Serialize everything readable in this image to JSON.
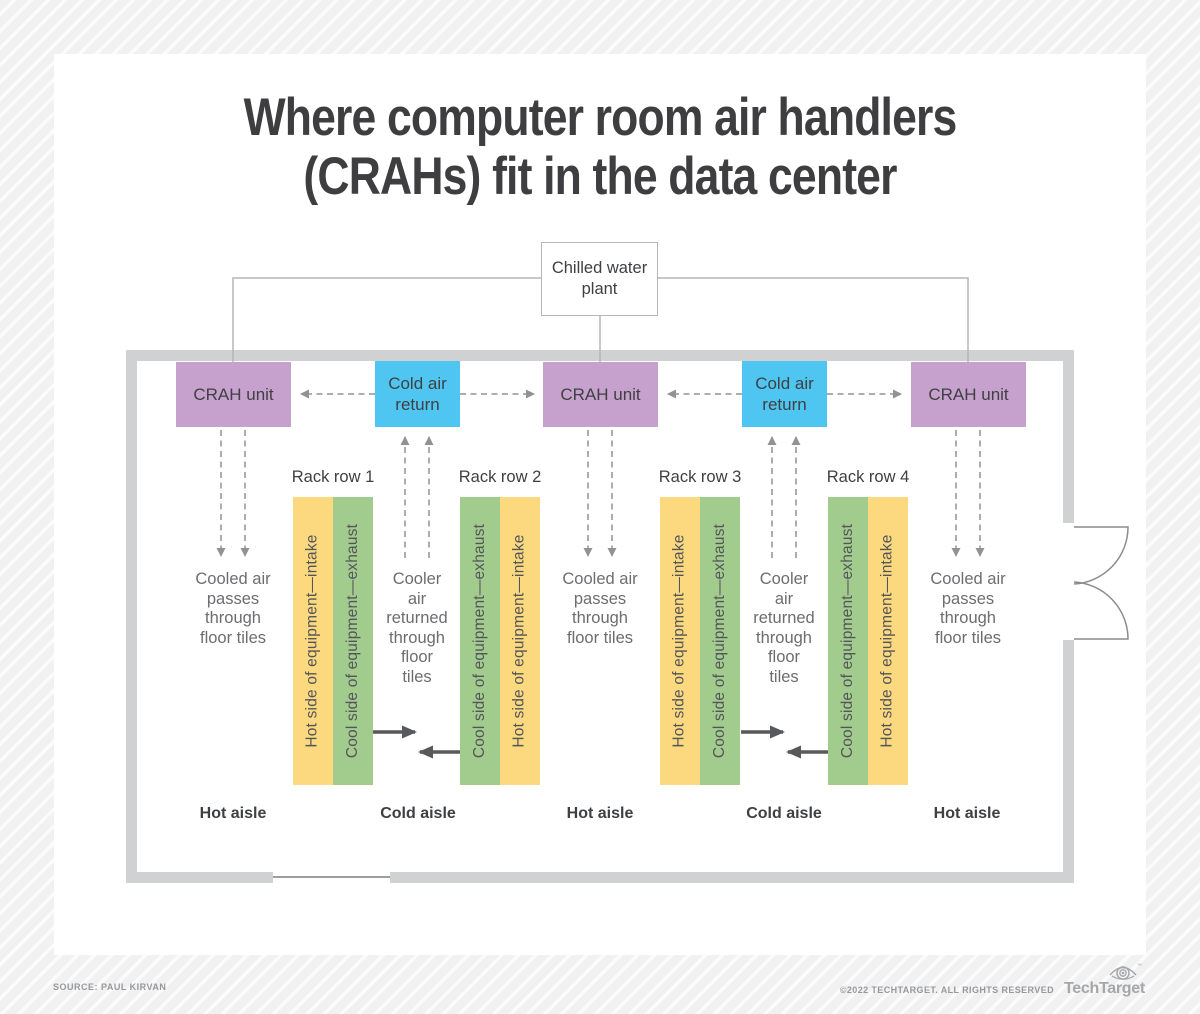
{
  "page": {
    "title_line1": "Where computer room air handlers",
    "title_line2": "(CRAHs) fit in the data center"
  },
  "diagram": {
    "chilled_water_plant_label": "Chilled water\nplant",
    "crah_units": [
      "CRAH unit",
      "CRAH unit",
      "CRAH unit"
    ],
    "cold_air_returns": [
      "Cold air\nreturn",
      "Cold air\nreturn"
    ],
    "rack_rows": [
      {
        "label": "Rack row 1",
        "bars": [
          {
            "color": "yellow",
            "text": "Hot side of equipment—intake"
          },
          {
            "color": "green",
            "text": "Cool side of equipment—exhaust"
          }
        ]
      },
      {
        "label": "Rack row 2",
        "bars": [
          {
            "color": "green",
            "text": "Cool side of equipment—exhaust"
          },
          {
            "color": "yellow",
            "text": "Hot side of equipment—intake"
          }
        ]
      },
      {
        "label": "Rack row 3",
        "bars": [
          {
            "color": "yellow",
            "text": "Hot side of equipment—intake"
          },
          {
            "color": "green",
            "text": "Cool side of equipment—exhaust"
          }
        ]
      },
      {
        "label": "Rack row 4",
        "bars": [
          {
            "color": "green",
            "text": "Cool side of equipment—exhaust"
          },
          {
            "color": "yellow",
            "text": "Hot side of equipment—intake"
          }
        ]
      }
    ],
    "flow_texts": [
      "Cooled air\npasses\nthrough\nfloor tiles",
      "Cooler\nair\nreturned\nthrough\nfloor\ntiles",
      "Cooled air\npasses\nthrough\nfloor tiles",
      "Cooler\nair\nreturned\nthrough\nfloor\ntiles",
      "Cooled air\npasses\nthrough\nfloor tiles"
    ],
    "aisle_labels": [
      "Hot aisle",
      "Cold aisle",
      "Hot aisle",
      "Cold aisle",
      "Hot aisle"
    ]
  },
  "footer": {
    "source": "SOURCE: PAUL KIRVAN",
    "copyright": "©2022 TECHTARGET. ALL RIGHTS RESERVED",
    "brand_name": "TechTarget"
  },
  "colors": {
    "purple": "#c7a1cd",
    "blue": "#4fc6f1",
    "yellow": "#fcd97e",
    "green": "#a2cc8e",
    "wall": "#d0d1d3"
  }
}
